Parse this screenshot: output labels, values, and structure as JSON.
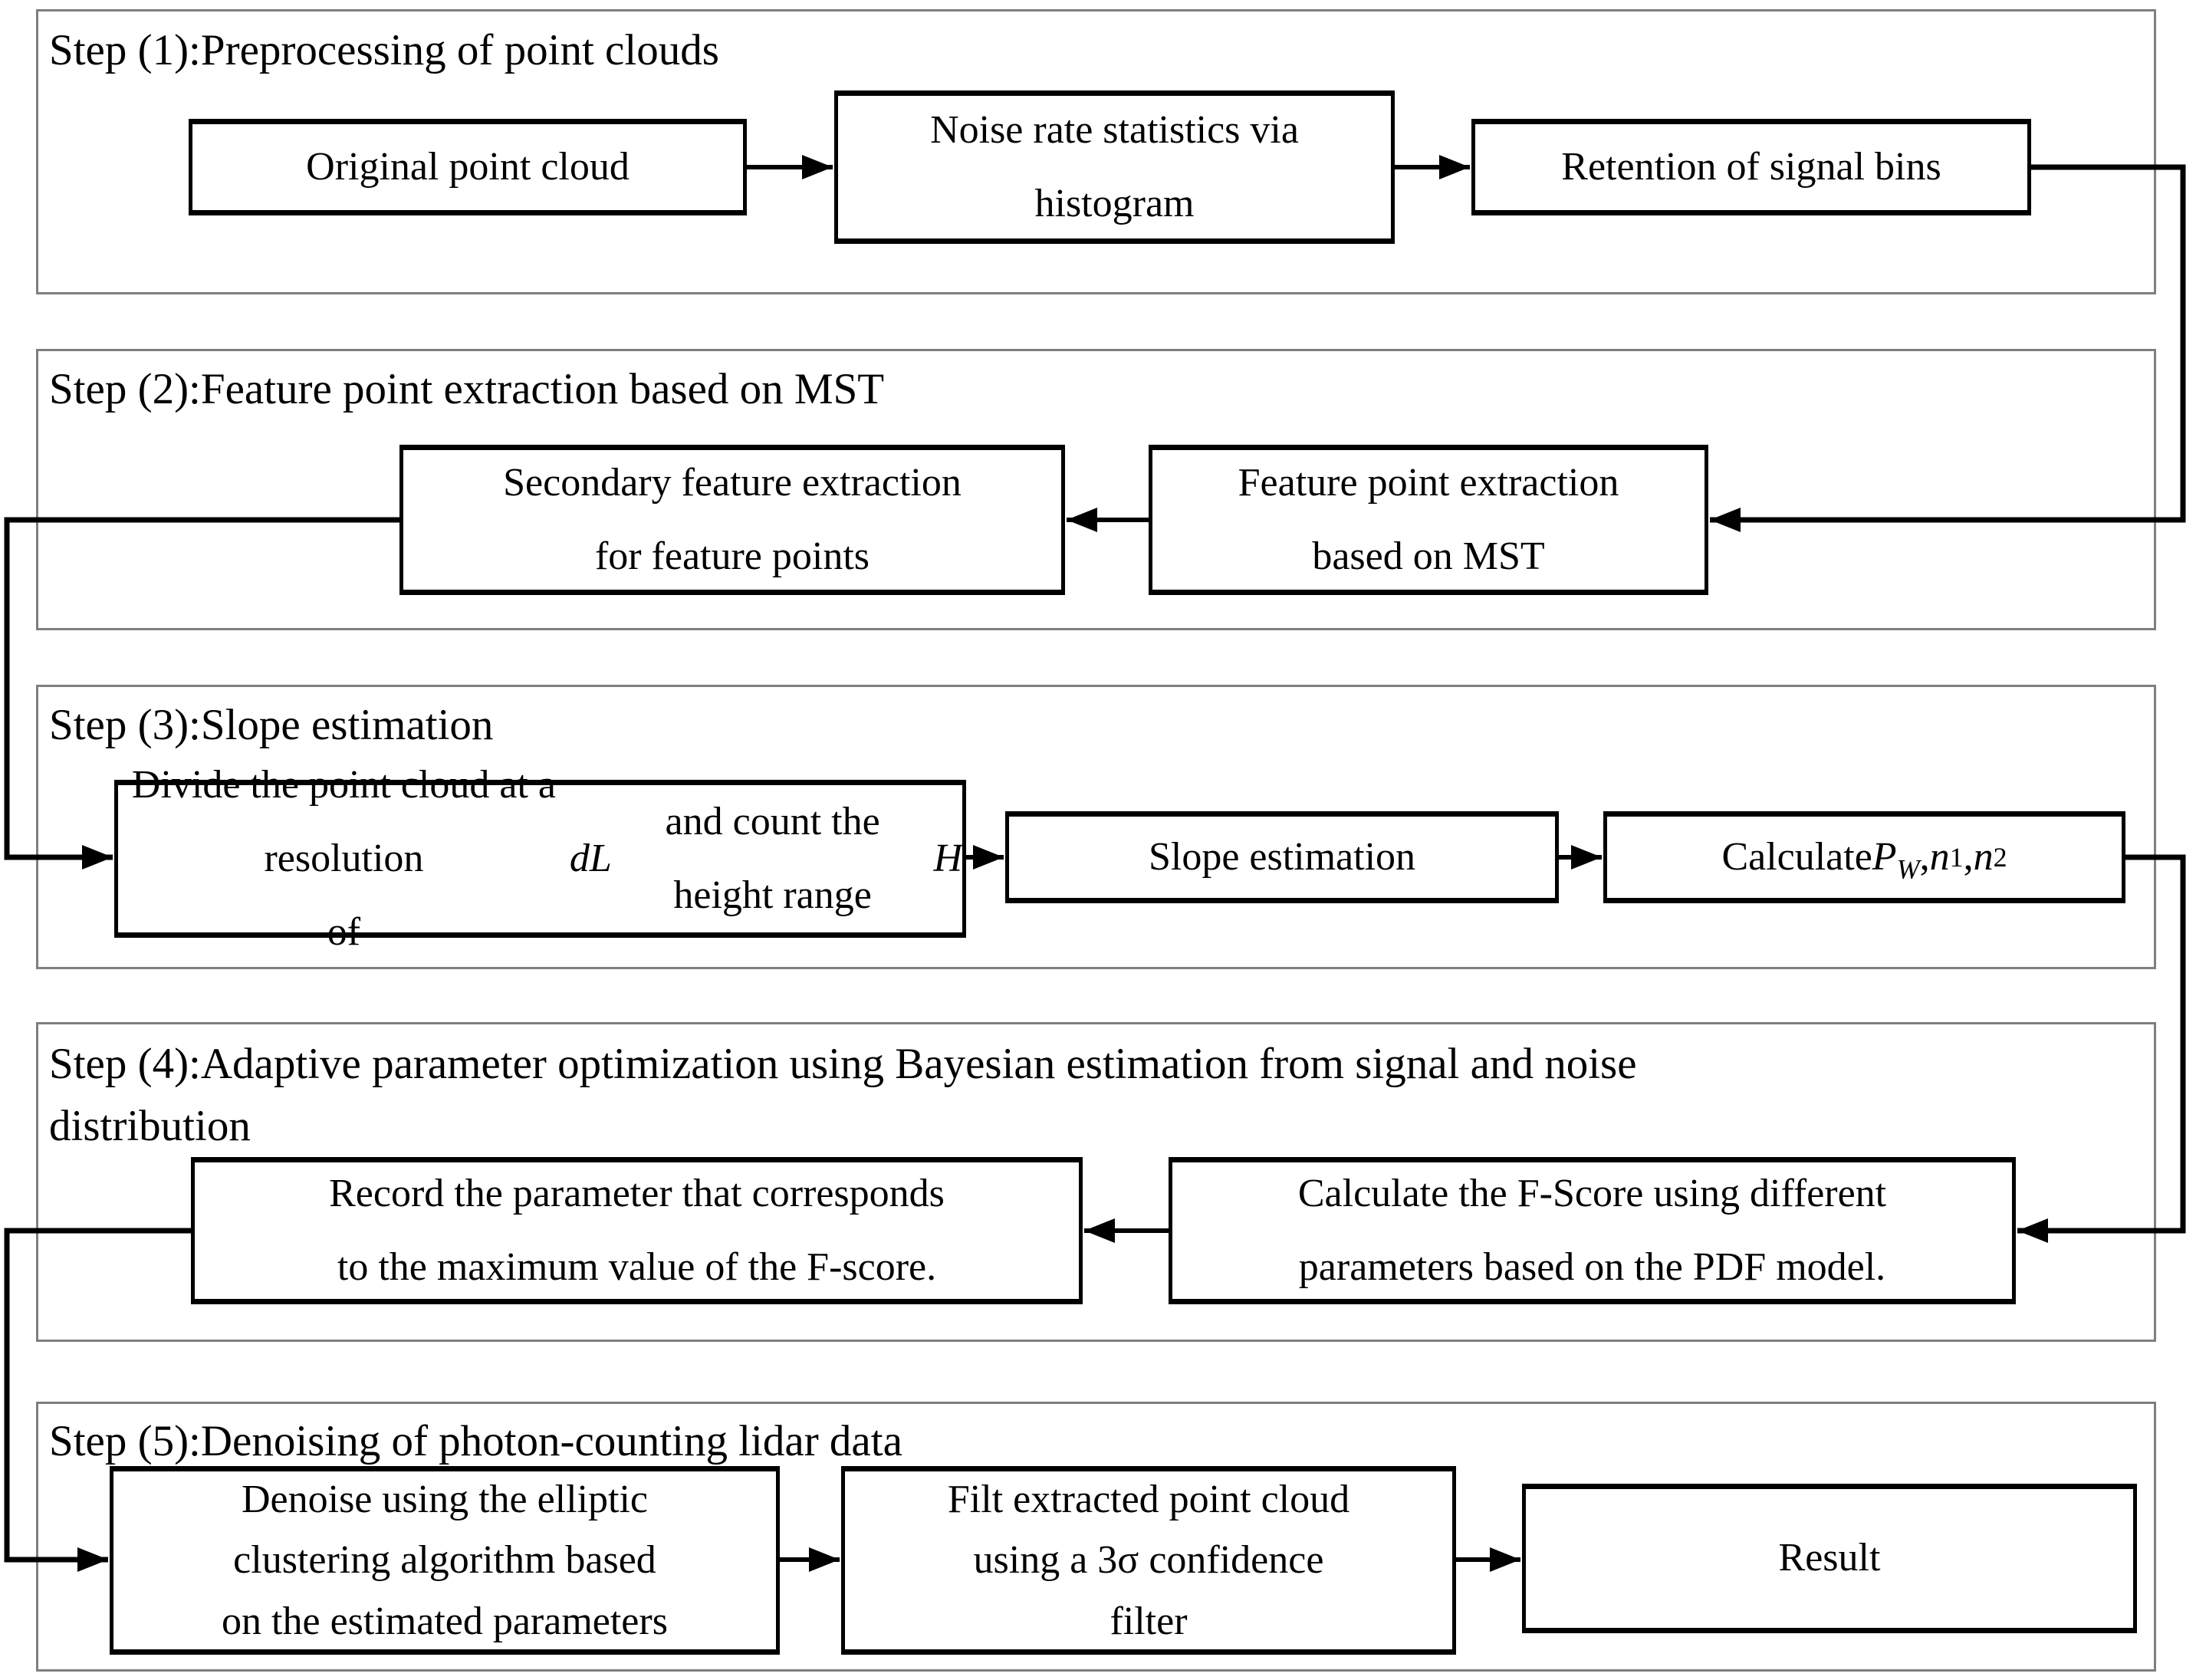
{
  "figure": {
    "colors": {
      "background": "#ffffff",
      "container_border": "#7f7f7f",
      "box_border": "#000000",
      "text": "#000000"
    },
    "steps": [
      {
        "title": "Step (1):Preprocessing of point clouds",
        "boxes": [
          "Original point cloud",
          "Noise rate statistics via<br>histogram",
          "Retention of signal bins"
        ]
      },
      {
        "title": "Step (2):Feature point extraction based on MST",
        "boxes": [
          "Secondary feature extraction<br>for feature points",
          "Feature point extraction<br>based on MST"
        ]
      },
      {
        "title": "Step (3):Slope estimation",
        "boxes": [
          "Divide the point cloud at a resolution<br>of <i>dL</i> and count the height range <i>H</i>",
          "Slope estimation",
          "Calculate <i>P<sub>W</sub></i>, <i>n</i><sub>1</sub>, <i>n</i><sub>2</sub>"
        ]
      },
      {
        "title": "Step (4):Adaptive parameter optimization using Bayesian estimation from signal and noise<br>distribution",
        "boxes": [
          "Record the parameter that corresponds<br>to the maximum value of the F-score.",
          "Calculate the F-Score using different<br>parameters based on the PDF model."
        ]
      },
      {
        "title": "Step (5):Denoising of photon-counting lidar data",
        "boxes": [
          "Denoise using the elliptic<br>clustering algorithm based<br>on the estimated parameters",
          "Filt extracted point cloud<br>using a 3σ confidence<br>filter",
          "Result"
        ]
      }
    ]
  }
}
